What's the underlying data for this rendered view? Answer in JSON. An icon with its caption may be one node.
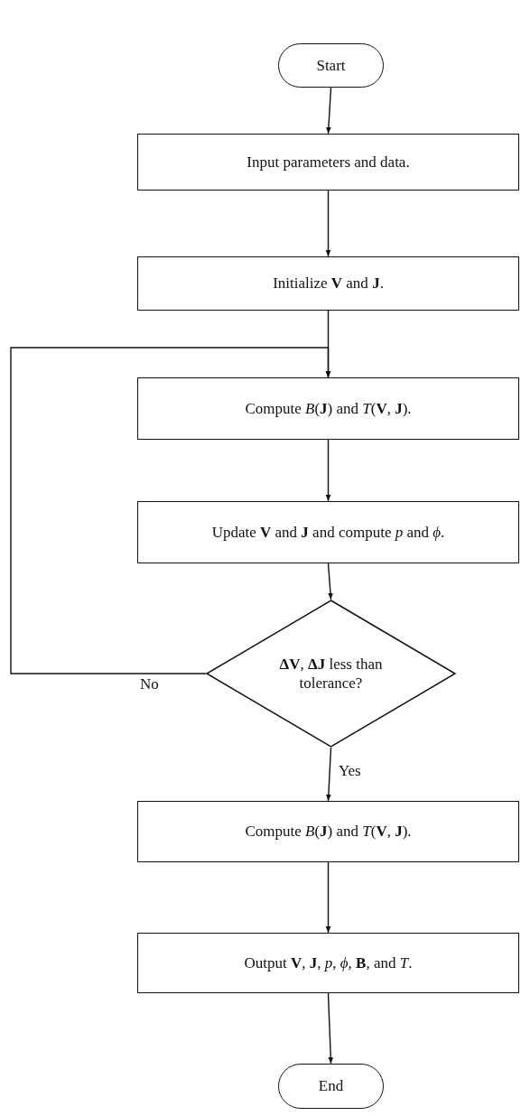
{
  "diagram": {
    "nodes": [
      {
        "text": [
          "Start"
        ]
      },
      {
        "text": [
          "Input parameters and data."
        ]
      },
      {
        "text": [
          "Initialize **V** and **J**."
        ]
      },
      {
        "text": [
          "Compute *B*(**J**) and *T*(**V**, **J**)."
        ]
      },
      {
        "text": [
          "Update **V** and **J** and compute *p* and *ϕ*."
        ]
      },
      {
        "text": [
          "**ΔV**, **ΔJ** less than tolerance?"
        ]
      },
      {
        "text": [
          "Compute *B*(**J**) and *T*(**V**, **J**)."
        ]
      },
      {
        "text": [
          "Output **V**, **J**, *p*, *ϕ*, **B**, and *T*."
        ]
      },
      {
        "text": [
          "End"
        ]
      }
    ],
    "edges": [
      {
        "from": 0,
        "to": 1,
        "arrow": "to"
      },
      {
        "from": 1,
        "to": 2,
        "arrow": "to"
      },
      {
        "from": 2,
        "to": 3,
        "arrow": "to"
      },
      {
        "from": 3,
        "to": 4,
        "arrow": "to"
      },
      {
        "from": 4,
        "to": 5,
        "arrow": "to"
      },
      {
        "from": 5,
        "to": 3,
        "arrow": "to",
        "label": "No"
      },
      {
        "from": 5,
        "to": 6,
        "arrow": "to",
        "label": "Yes"
      },
      {
        "from": 6,
        "to": 7,
        "arrow": "to"
      },
      {
        "from": 7,
        "to": 8,
        "arrow": "to"
      }
    ]
  }
}
